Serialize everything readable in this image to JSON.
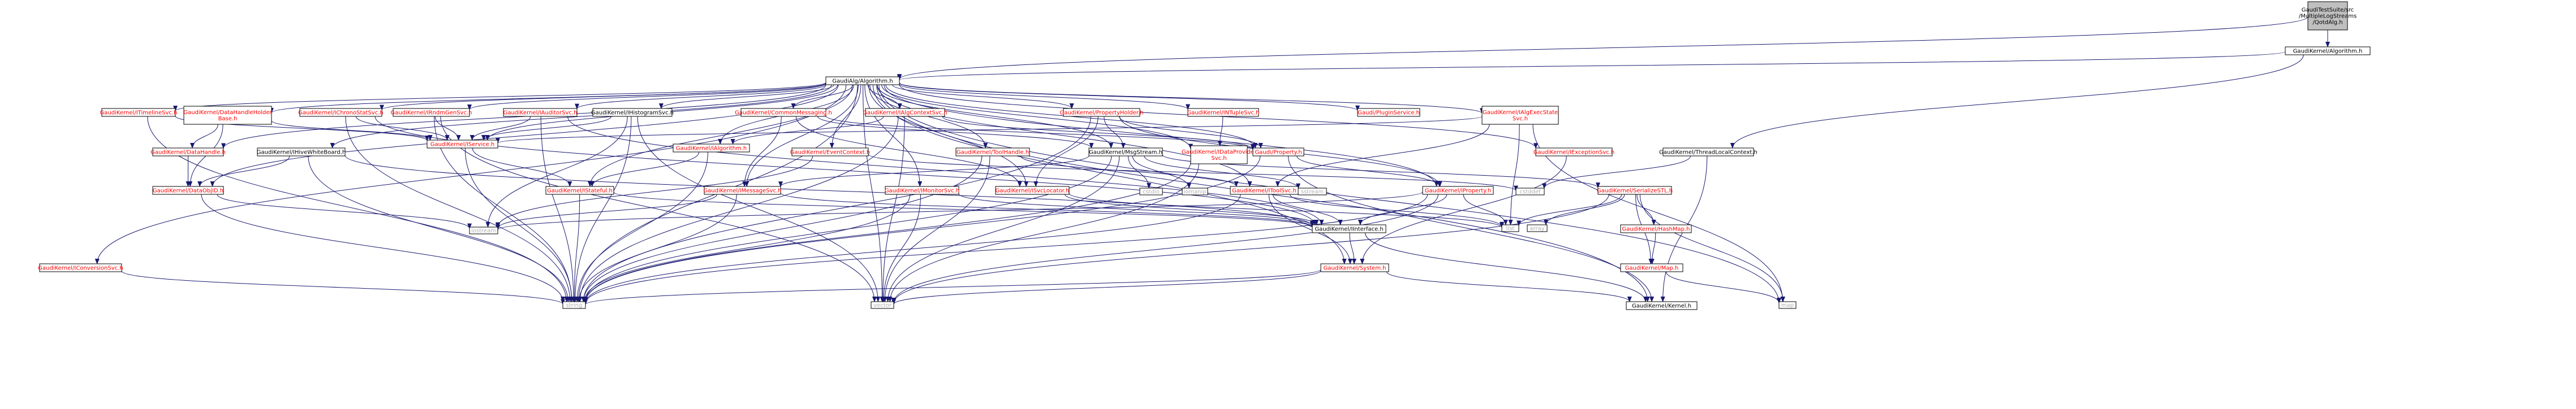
{
  "diagram": {
    "type": "include-dependency-graph",
    "colors": {
      "root_fill": "#bfbfbf",
      "node_fill": "#ffffff",
      "border": "#000000",
      "edge": "#191970",
      "text_documented": "#000000",
      "text_undocumented": "#ff0000",
      "text_system": "#b0b0b0"
    },
    "nodes": [
      {
        "id": "root",
        "label": "GaudiTestSuite/src/MultipleLogStreams/QotdAlg.h",
        "kind": "root"
      },
      {
        "id": "algorithm_top",
        "label": "GaudiKernel/Algorithm.h",
        "kind": "documented"
      },
      {
        "id": "algorithm",
        "label": "GaudiAlg/Algorithm.h",
        "kind": "documented"
      },
      {
        "id": "timelinesvc",
        "label": "GaudiKernel/ITimelineSvc.h",
        "kind": "undocumented"
      },
      {
        "id": "datahandleholderbase",
        "label": "GaudiKernel/DataHandleHolderBase.h",
        "kind": "undocumented"
      },
      {
        "id": "datahandle",
        "label": "GaudiKernel/DataHandle.h",
        "kind": "undocumented"
      },
      {
        "id": "ichronostatsvc",
        "label": "GaudiKernel/IChronoStatSvc.h",
        "kind": "undocumented"
      },
      {
        "id": "irndmgensvc",
        "label": "GaudiKernel/IRndmGenSvc.h",
        "kind": "undocumented"
      },
      {
        "id": "iauditorsvc",
        "label": "GaudiKernel/IAuditorSvc.h",
        "kind": "undocumented"
      },
      {
        "id": "ihistogramsvc",
        "label": "GaudiKernel/IHistogramSvc.h",
        "kind": "documented"
      },
      {
        "id": "commonmessaging",
        "label": "GaudiKernel/CommonMessaging.h",
        "kind": "undocumented"
      },
      {
        "id": "ialgcontextsvc",
        "label": "GaudiKernel/IAlgContextSvc.h",
        "kind": "undocumented"
      },
      {
        "id": "propertyholder",
        "label": "GaudiKernel/PropertyHolder.h",
        "kind": "undocumented"
      },
      {
        "id": "intuplesvc",
        "label": "GaudiKernel/INTupleSvc.h",
        "kind": "undocumented"
      },
      {
        "id": "pluginservice",
        "label": "Gaudi/PluginService.h",
        "kind": "undocumented"
      },
      {
        "id": "ialgexecstatesvc",
        "label": "GaudiKernel/IAlgExecStateSvc.h",
        "kind": "undocumented"
      },
      {
        "id": "ihivewhiteboard",
        "label": "GaudiKernel/IHiveWhiteBoard.h",
        "kind": "documented"
      },
      {
        "id": "iservice",
        "label": "GaudiKernel/IService.h",
        "kind": "undocumented"
      },
      {
        "id": "ialgorithm",
        "label": "GaudiKernel/IAlgorithm.h",
        "kind": "undocumented"
      },
      {
        "id": "eventcontext",
        "label": "GaudiKernel/EventContext.h",
        "kind": "undocumented"
      },
      {
        "id": "itoolhandle",
        "label": "GaudiKernel/ToolHandle.h",
        "kind": "undocumented"
      },
      {
        "id": "msgstream",
        "label": "GaudiKernel/MsgStream.h",
        "kind": "documented"
      },
      {
        "id": "idataprovidersvc",
        "label": "GaudiKernel/IDataProviderSvc.h",
        "kind": "undocumented"
      },
      {
        "id": "property",
        "label": "Gaudi/Property.h",
        "kind": "undocumented"
      },
      {
        "id": "iexceptionsvc",
        "label": "GaudiKernel/IExceptionSvc.h",
        "kind": "undocumented"
      },
      {
        "id": "threadlocalcontext",
        "label": "GaudiKernel/ThreadLocalContext.h",
        "kind": "documented"
      },
      {
        "id": "dataobjid",
        "label": "GaudiKernel/DataObjID.h",
        "kind": "undocumented"
      },
      {
        "id": "istateful",
        "label": "GaudiKernel/IStateful.h",
        "kind": "undocumented"
      },
      {
        "id": "imessagesvc",
        "label": "GaudiKernel/IMessageSvc.h",
        "kind": "undocumented"
      },
      {
        "id": "isvclocator",
        "label": "GaudiKernel/ISvcLocator.h",
        "kind": "undocumented"
      },
      {
        "id": "imonitorsvc",
        "label": "GaudiKernel/IMonitorSvc.h",
        "kind": "undocumented"
      },
      {
        "id": "itoolsvc",
        "label": "GaudiKernel/IToolSvc.h",
        "kind": "undocumented"
      },
      {
        "id": "iproperty",
        "label": "GaudiKernel/IProperty.h",
        "kind": "undocumented"
      },
      {
        "id": "serializestl",
        "label": "GaudiKernel/SerializeSTL.h",
        "kind": "undocumented"
      },
      {
        "id": "cstdio",
        "label": "cstdio",
        "kind": "system"
      },
      {
        "id": "iomanip",
        "label": "iomanip",
        "kind": "system"
      },
      {
        "id": "sstream",
        "label": "sstream",
        "kind": "system"
      },
      {
        "id": "cstddef",
        "label": "cstddef",
        "kind": "system"
      },
      {
        "id": "iinterface",
        "label": "GaudiKernel/IInterface.h",
        "kind": "documented"
      },
      {
        "id": "list",
        "label": "list",
        "kind": "system"
      },
      {
        "id": "iostream",
        "label": "iostream",
        "kind": "system"
      },
      {
        "id": "array",
        "label": "array",
        "kind": "system"
      },
      {
        "id": "hashmap",
        "label": "GaudiKernel/HashMap.h",
        "kind": "undocumented"
      },
      {
        "id": "iconversionsvc",
        "label": "GaudiKernel/IConversionSvc.h",
        "kind": "undocumented"
      },
      {
        "id": "system",
        "label": "GaudiKernel/System.h",
        "kind": "undocumented"
      },
      {
        "id": "gmap",
        "label": "GaudiKernel/Map.h",
        "kind": "undocumented"
      },
      {
        "id": "string",
        "label": "string",
        "kind": "system"
      },
      {
        "id": "vector",
        "label": "vector",
        "kind": "system"
      },
      {
        "id": "kernel",
        "label": "GaudiKernel/Kernel.h",
        "kind": "documented"
      },
      {
        "id": "map",
        "label": "map",
        "kind": "system"
      }
    ],
    "edges": [
      [
        "root",
        "algorithm_top"
      ],
      [
        "root",
        "algorithm"
      ],
      [
        "algorithm_top",
        "algorithm"
      ],
      [
        "algorithm_top",
        "threadlocalcontext"
      ],
      [
        "algorithm",
        "timelinesvc"
      ],
      [
        "algorithm",
        "datahandleholderbase"
      ],
      [
        "algorithm",
        "datahandle"
      ],
      [
        "algorithm",
        "ichronostatsvc"
      ],
      [
        "algorithm",
        "irndmgensvc"
      ],
      [
        "algorithm",
        "iauditorsvc"
      ],
      [
        "algorithm",
        "ihistogramsvc"
      ],
      [
        "algorithm",
        "commonmessaging"
      ],
      [
        "algorithm",
        "ialgcontextsvc"
      ],
      [
        "algorithm",
        "propertyholder"
      ],
      [
        "algorithm",
        "intuplesvc"
      ],
      [
        "algorithm",
        "pluginservice"
      ],
      [
        "algorithm",
        "ialgexecstatesvc"
      ],
      [
        "algorithm",
        "ihivewhiteboard"
      ],
      [
        "algorithm",
        "iservice"
      ],
      [
        "algorithm",
        "ialgorithm"
      ],
      [
        "algorithm",
        "eventcontext"
      ],
      [
        "algorithm",
        "itoolhandle"
      ],
      [
        "algorithm",
        "msgstream"
      ],
      [
        "algorithm",
        "idataprovidersvc"
      ],
      [
        "algorithm",
        "property"
      ],
      [
        "algorithm",
        "iexceptionsvc"
      ],
      [
        "algorithm",
        "dataobjid"
      ],
      [
        "algorithm",
        "iconversionsvc"
      ],
      [
        "algorithm",
        "string"
      ],
      [
        "algorithm",
        "vector"
      ],
      [
        "algorithm",
        "isvclocator"
      ],
      [
        "algorithm",
        "imonitorsvc"
      ],
      [
        "algorithm",
        "iproperty"
      ],
      [
        "algorithm",
        "itoolsvc"
      ],
      [
        "algorithm",
        "imessagesvc"
      ],
      [
        "algorithm",
        "istateful"
      ],
      [
        "algorithm",
        "kernel"
      ],
      [
        "algorithm",
        "map"
      ],
      [
        "algorithm",
        "system"
      ],
      [
        "timelinesvc",
        "string"
      ],
      [
        "timelinesvc",
        "iservice"
      ],
      [
        "datahandleholderbase",
        "datahandle"
      ],
      [
        "datahandleholderbase",
        "dataobjid"
      ],
      [
        "datahandleholderbase",
        "iservice"
      ],
      [
        "datahandle",
        "dataobjid"
      ],
      [
        "ihivewhiteboard",
        "dataobjid"
      ],
      [
        "ihivewhiteboard",
        "iinterface"
      ],
      [
        "ihivewhiteboard",
        "string"
      ],
      [
        "ichronostatsvc",
        "iservice"
      ],
      [
        "ichronostatsvc",
        "string"
      ],
      [
        "ichronostatsvc",
        "iinterface"
      ],
      [
        "irndmgensvc",
        "iservice"
      ],
      [
        "irndmgensvc",
        "string"
      ],
      [
        "irndmgensvc",
        "vector"
      ],
      [
        "iauditorsvc",
        "iservice"
      ],
      [
        "iauditorsvc",
        "string"
      ],
      [
        "iauditorsvc",
        "iinterface"
      ],
      [
        "ihistogramsvc",
        "iservice"
      ],
      [
        "ihistogramsvc",
        "iostream"
      ],
      [
        "ihistogramsvc",
        "string"
      ],
      [
        "ihistogramsvc",
        "vector"
      ],
      [
        "commonmessaging",
        "imessagesvc"
      ],
      [
        "commonmessaging",
        "isvclocator"
      ],
      [
        "commonmessaging",
        "msgstream"
      ],
      [
        "commonmessaging",
        "property"
      ],
      [
        "ialgcontextsvc",
        "ialgorithm"
      ],
      [
        "ialgcontextsvc",
        "string"
      ],
      [
        "ialgcontextsvc",
        "vector"
      ],
      [
        "ialgcontextsvc",
        "property"
      ],
      [
        "propertyholder",
        "msgstream"
      ],
      [
        "propertyholder",
        "property"
      ],
      [
        "propertyholder",
        "iproperty"
      ],
      [
        "propertyholder",
        "isvclocator"
      ],
      [
        "propertyholder",
        "string"
      ],
      [
        "intuplesvc",
        "idataprovidersvc"
      ],
      [
        "ialgexecstatesvc",
        "iservice"
      ],
      [
        "ialgexecstatesvc",
        "map"
      ],
      [
        "ialgexecstatesvc",
        "list"
      ],
      [
        "ialgexecstatesvc",
        "itoolsvc"
      ],
      [
        "iservice",
        "istateful"
      ],
      [
        "iservice",
        "string"
      ],
      [
        "ialgorithm",
        "istateful"
      ],
      [
        "ialgorithm",
        "string"
      ],
      [
        "eventcontext",
        "iostream"
      ],
      [
        "eventcontext",
        "cstddef"
      ],
      [
        "itoolhandle",
        "itoolsvc"
      ],
      [
        "itoolhandle",
        "string"
      ],
      [
        "itoolhandle",
        "vector"
      ],
      [
        "msgstream",
        "imessagesvc"
      ],
      [
        "msgstream",
        "serializestl"
      ],
      [
        "msgstream",
        "cstdio"
      ],
      [
        "msgstream",
        "iomanip"
      ],
      [
        "msgstream",
        "sstream"
      ],
      [
        "msgstream",
        "string"
      ],
      [
        "msgstream",
        "vector"
      ],
      [
        "idataprovidersvc",
        "string"
      ],
      [
        "idataprovidersvc",
        "vector"
      ],
      [
        "property",
        "iproperty"
      ],
      [
        "property",
        "string"
      ],
      [
        "property",
        "kernel"
      ],
      [
        "iexceptionsvc",
        "system"
      ],
      [
        "threadlocalcontext",
        "cstddef"
      ],
      [
        "threadlocalcontext",
        "kernel"
      ],
      [
        "dataobjid",
        "iostream"
      ],
      [
        "dataobjid",
        "string"
      ],
      [
        "istateful",
        "iinterface"
      ],
      [
        "istateful",
        "string"
      ],
      [
        "imessagesvc",
        "iinterface"
      ],
      [
        "imessagesvc",
        "iostream"
      ],
      [
        "imessagesvc",
        "string"
      ],
      [
        "isvclocator",
        "iinterface"
      ],
      [
        "isvclocator",
        "list"
      ],
      [
        "imonitorsvc",
        "iinterface"
      ],
      [
        "imonitorsvc",
        "string"
      ],
      [
        "imonitorsvc",
        "vector"
      ],
      [
        "itoolsvc",
        "iinterface"
      ],
      [
        "itoolsvc",
        "list"
      ],
      [
        "itoolsvc",
        "string"
      ],
      [
        "itoolsvc",
        "system"
      ],
      [
        "iproperty",
        "iinterface"
      ],
      [
        "iproperty",
        "iostream"
      ],
      [
        "iproperty",
        "list"
      ],
      [
        "iproperty",
        "string"
      ],
      [
        "iproperty",
        "vector"
      ],
      [
        "serializestl",
        "array"
      ],
      [
        "serializestl",
        "hashmap"
      ],
      [
        "serializestl",
        "gmap"
      ],
      [
        "serializestl",
        "map"
      ],
      [
        "serializestl",
        "vector"
      ],
      [
        "serializestl",
        "list"
      ],
      [
        "hashmap",
        "gmap"
      ],
      [
        "gmap",
        "map"
      ],
      [
        "iinterface",
        "system"
      ],
      [
        "iinterface",
        "kernel"
      ],
      [
        "iconversionsvc",
        "string"
      ],
      [
        "system",
        "string"
      ],
      [
        "system",
        "vector"
      ],
      [
        "system",
        "kernel"
      ]
    ]
  }
}
